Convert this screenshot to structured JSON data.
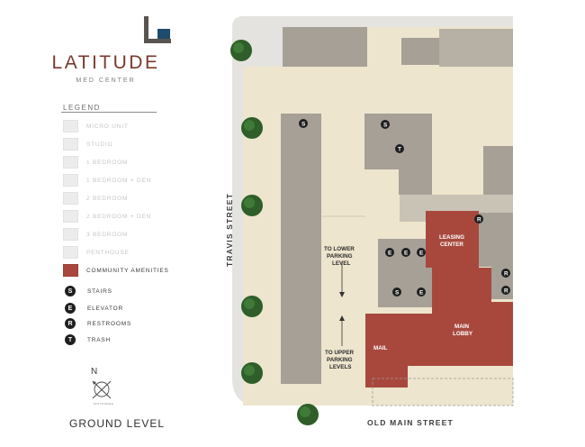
{
  "brand": {
    "title": "LATITUDE",
    "subtitle": "MED CENTER",
    "colors": {
      "title": "#7a3a2e",
      "mark_dark": "#585450",
      "mark_accent": "#1e4b6e"
    }
  },
  "legend": {
    "title": "LEGEND",
    "items": [
      {
        "label": "MICRO UNIT",
        "emphasis": false
      },
      {
        "label": "STUDIO",
        "emphasis": false
      },
      {
        "label": "1 BEDROOM",
        "emphasis": false
      },
      {
        "label": "1 BEDROOM + DEN",
        "emphasis": false
      },
      {
        "label": "2 BEDROOM",
        "emphasis": false
      },
      {
        "label": "2 BEDROOM + DEN",
        "emphasis": false
      },
      {
        "label": "3 BEDROOM",
        "emphasis": false
      },
      {
        "label": "PENTHOUSE",
        "emphasis": false
      },
      {
        "label": "COMMUNITY AMENITIES",
        "emphasis": true,
        "color": "#a8483d"
      }
    ],
    "symbols": [
      {
        "letter": "S",
        "label": "STAIRS"
      },
      {
        "letter": "E",
        "label": "ELEVATOR"
      },
      {
        "letter": "R",
        "label": "RESTROOMS"
      },
      {
        "letter": "T",
        "label": "TRASH"
      }
    ]
  },
  "compass": {
    "letter": "N",
    "note": "NOT TO SCALE"
  },
  "level_name": "GROUND LEVEL",
  "map": {
    "streets": {
      "left": "TRAVIS STREET",
      "bottom": "OLD MAIN STREET"
    },
    "labels": {
      "leasing_1": "LEASING",
      "leasing_2": "CENTER",
      "lobby_1": "MAIN",
      "lobby_2": "LOBBY",
      "mail": "MAIL",
      "lower_1": "TO LOWER",
      "lower_2": "PARKING",
      "lower_3": "LEVEL",
      "upper_1": "TO UPPER",
      "upper_2": "PARKING",
      "upper_3": "LEVELS"
    },
    "colors": {
      "sidewalk": "#e4e3df",
      "courtyard": "#ede5cd",
      "building": "#a6a097",
      "amenity": "#a8483d",
      "tree": "#2f5e2a"
    }
  }
}
